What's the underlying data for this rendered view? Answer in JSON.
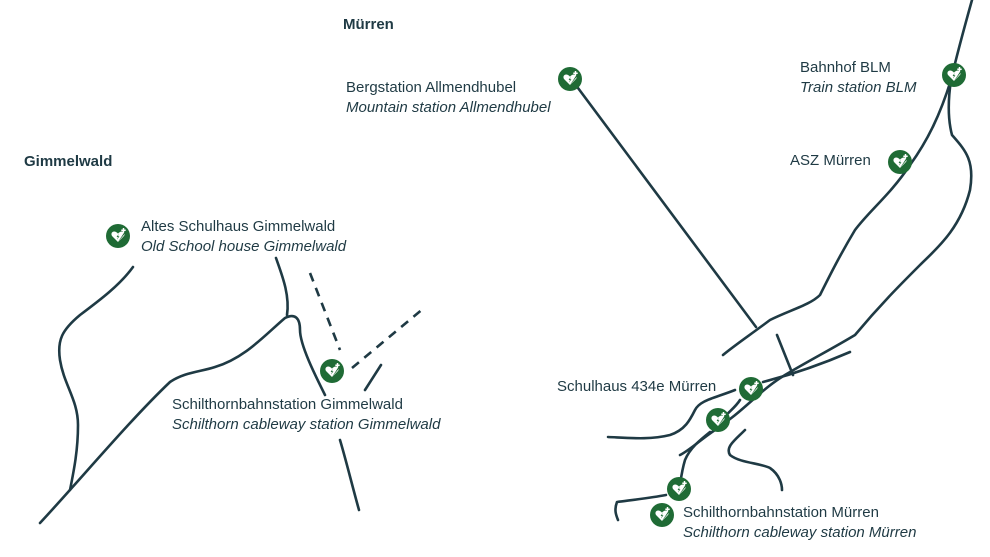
{
  "colors": {
    "aed_green": "#1f6b35",
    "road": "#1f3a44",
    "text": "#1f3a44",
    "background": "#ffffff"
  },
  "villages": {
    "muerren": "Mürren",
    "gimmelwald": "Gimmelwald"
  },
  "locations": [
    {
      "id": "bergstation-allmendhubel",
      "name": "Bergstation Allmendhubel",
      "name_en": "Mountain station Allmendhubel",
      "icon": "aed-defibrillator-icon"
    },
    {
      "id": "bahnhof-blm",
      "name": "Bahnhof BLM",
      "name_en": "Train station BLM",
      "icon": "aed-defibrillator-icon"
    },
    {
      "id": "asz-muerren",
      "name": "ASZ Mürren",
      "name_en": "",
      "icon": "aed-defibrillator-icon"
    },
    {
      "id": "altes-schulhaus-gimmelwald",
      "name": "Altes Schulhaus Gimmelwald",
      "name_en": "Old School house Gimmelwald",
      "icon": "aed-defibrillator-icon"
    },
    {
      "id": "schilthornbahnstation-gimmelwald",
      "name": "Schilthornbahnstation Gimmelwald",
      "name_en": "Schilthorn cableway station Gimmelwald",
      "icon": "aed-defibrillator-icon"
    },
    {
      "id": "schulhaus-434e-muerren",
      "name": "Schulhaus 434e Mürren",
      "name_en": "",
      "icon": "aed-defibrillator-icon"
    },
    {
      "id": "schilthornbahnstation-muerren",
      "name": "Schilthornbahnstation Mürren",
      "name_en": "Schilthorn cableway station Mürren",
      "icon": "aed-defibrillator-icon"
    }
  ],
  "unlabeled_aed_markers": 2
}
